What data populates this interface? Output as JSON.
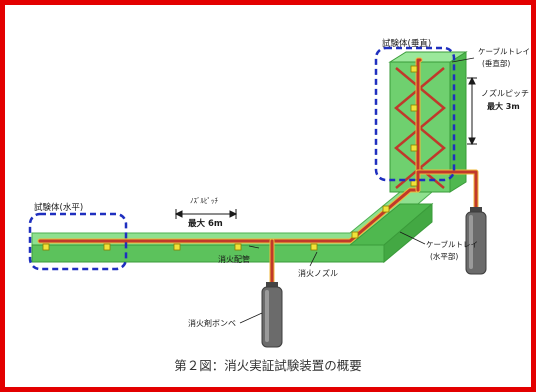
{
  "labels": {
    "specimen_horizontal": "試験体(水平)",
    "specimen_vertical": "試験体(垂直)",
    "nozzle_pitch_horizontal": "ﾉｽﾞﾙﾋﾟｯﾁ",
    "max_horizontal": "最大 6m",
    "cable_tray_vertical": "ケーブルトレイ\n(垂直部)",
    "nozzle_pitch_vertical": "ノズルピッチ\n最大 3m",
    "cable_tray_horizontal": "ケーブルトレイ\n(水平部)",
    "extinguishing_pipe": "消火配管",
    "extinguishing_nozzle": "消火ノズル",
    "agent_cylinder": "消火剤ボンベ"
  },
  "caption": "第２図：消火実証試験装置の概要",
  "colors": {
    "frame": "#e30000",
    "tray": "#6fd06f",
    "pipe": "#c0392b",
    "nozzle": "#f1e23a",
    "highlight": "#1f2fbf"
  }
}
